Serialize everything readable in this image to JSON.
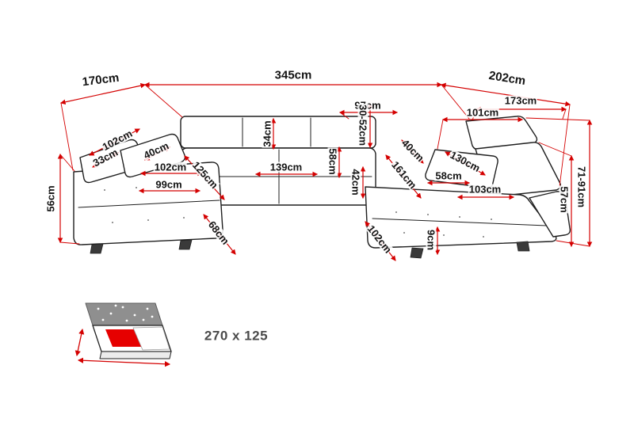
{
  "diagram": {
    "type": "furniture-dimension-diagram",
    "subject": "U-shaped corner sofa with measurements"
  },
  "labels": {
    "l345": "345cm",
    "l170": "170cm",
    "l202": "202cm",
    "l173": "173cm",
    "l101": "101cm",
    "l97": "97cm",
    "l102_pillow": "102cm",
    "l33": "33cm",
    "l40_left": "40cm",
    "l102_left": "102cm",
    "l99": "99cm",
    "l125": "125cm",
    "l139": "139cm",
    "l34": "34cm",
    "l30_52": "30-52cm",
    "l58_mid": "58cm",
    "l42": "42cm",
    "l161": "161cm",
    "l40_right": "40cm",
    "l58_right": "58cm",
    "l130": "130cm",
    "l103": "103cm",
    "l56": "56cm",
    "l71_91": "71-91cm",
    "l57": "57cm",
    "l68": "68cm",
    "l102_bottom": "102cm",
    "l9": "9cm"
  },
  "bed": {
    "size_label": "270 x 125"
  },
  "colors": {
    "dimension_line": "#d40000",
    "sofa_outline": "#1f1f1f",
    "bed_headboard_gray": "#8f8f8f",
    "bed_sheet_red": "#e60000",
    "label_text": "#141414",
    "bed_label_text": "#4a4a4a"
  }
}
